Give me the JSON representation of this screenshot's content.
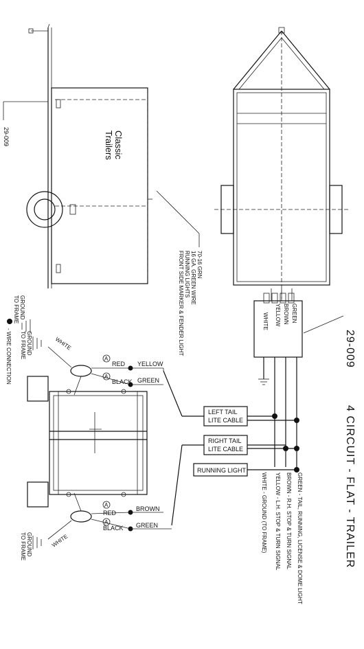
{
  "title": {
    "drawing_no": "29-009",
    "main": "4 CIRCUIT - FLAT - TRAILER"
  },
  "top_view": {
    "brand": [
      "Classic",
      "Trailers"
    ],
    "ref": "29-009",
    "wire_note": [
      "70-16 GRN",
      "16 GA. GREEN WIRE",
      "RUNNING LIGHTS",
      "FRONT SIDE MARKER & FENDER LIGHT"
    ]
  },
  "plug": {
    "pins": [
      "GREEN",
      "BROWN",
      "YELLOW",
      "WHITE"
    ]
  },
  "legend": {
    "line1": "GROUND",
    "line2": "TO FRAME",
    "line3": "- WIRE CONNECTION"
  },
  "cables": {
    "left": [
      "LEFT TAIL",
      "LITE CABLE"
    ],
    "right": [
      "RIGHT TAIL",
      "LITE CABLE"
    ],
    "running": "RUNNING LIGHT"
  },
  "wire_legend": [
    "GREEN - TAIL, RUNNING, LICENSE & DOME LIGHT",
    "BROWN - R.H. STOP & TURN SIGNAL",
    "YELLOW - L.H. STOP & TURN SIGNAL",
    "WHITE - GROUND (TO FRAME)"
  ],
  "left_lamp": {
    "white": "WHITE",
    "ground": [
      "GROUND",
      "TO FRAME"
    ],
    "red": "RED",
    "black": "BLACK",
    "yellow": "YELLOW",
    "green": "GREEN",
    "mark": "A"
  },
  "right_lamp": {
    "white": "WHITE",
    "ground": [
      "GROUND",
      "TO FRAME"
    ],
    "red": "RED",
    "black": "BLACK",
    "brown": "BROWN",
    "green": "GREEN",
    "mark": "A"
  }
}
